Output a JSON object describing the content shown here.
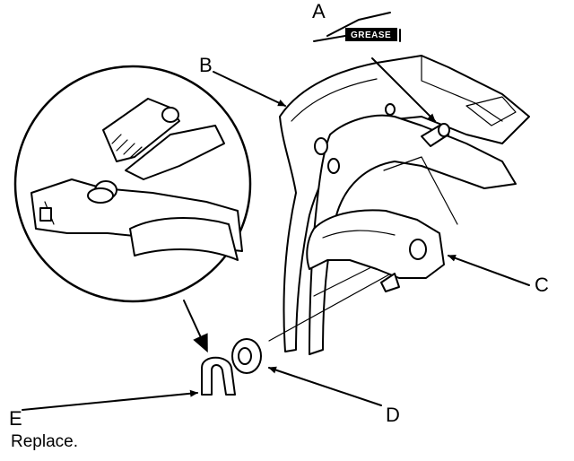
{
  "labels": {
    "a": "A",
    "b": "B",
    "c": "C",
    "d": "D",
    "e": "E"
  },
  "grease_tag": "GREASE",
  "note": "Replace.",
  "colors": {
    "ink": "#000000",
    "background": "#ffffff"
  }
}
